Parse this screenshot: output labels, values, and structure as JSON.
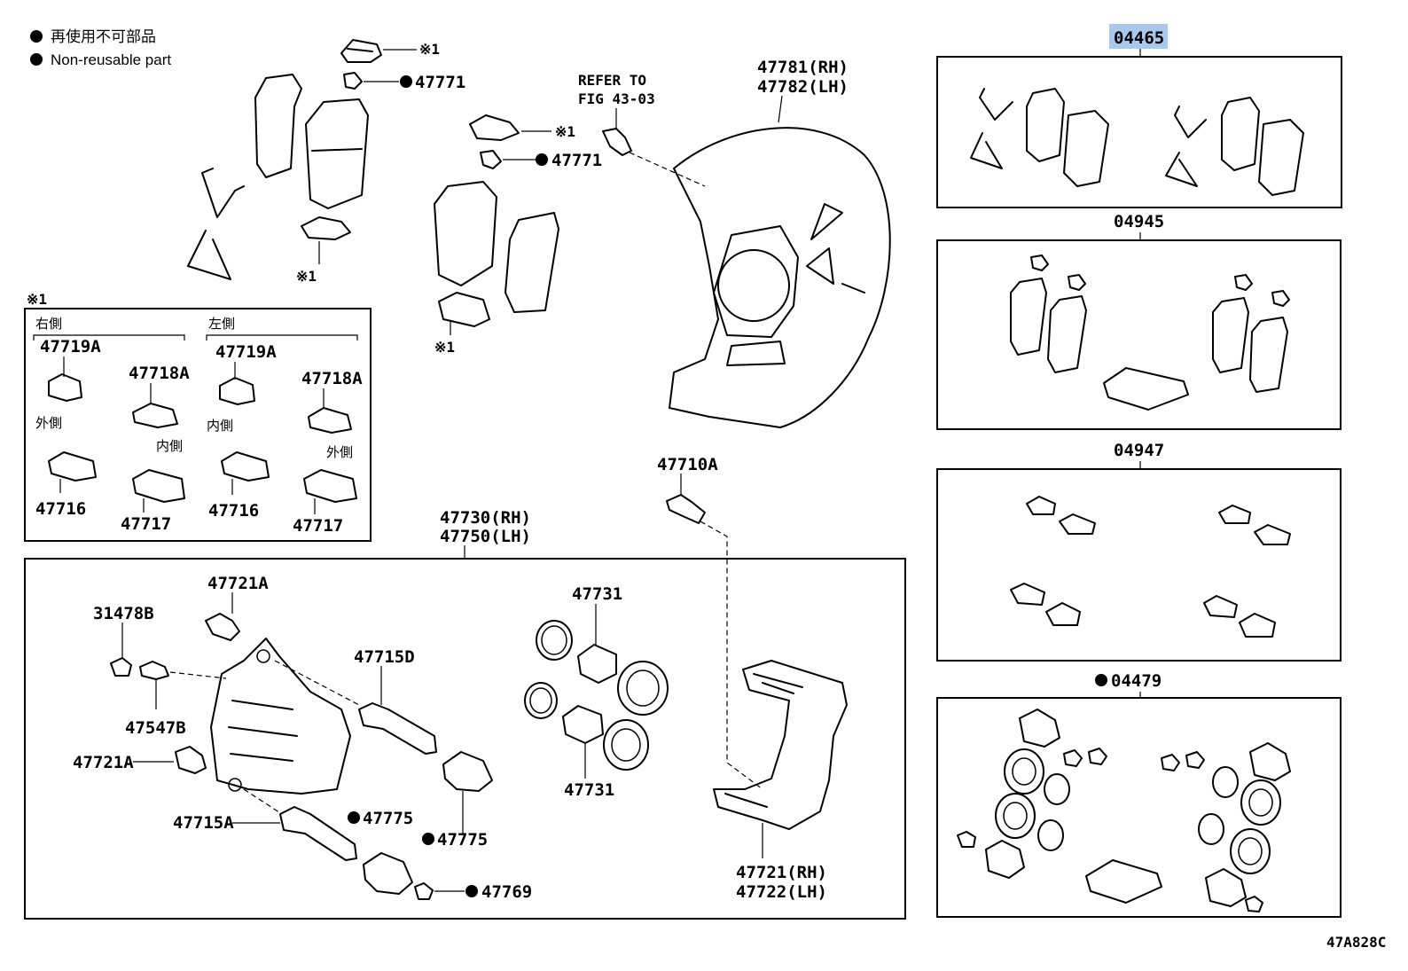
{
  "legend": {
    "non_reusable_jp": "再使用不可部品",
    "non_reusable_en": "Non-reusable part"
  },
  "note_symbol": "※1",
  "labels": {
    "p47771_a": "47771",
    "p47771_b": "47771",
    "refer_line1": "REFER TO",
    "refer_line2": "FIG 43-03",
    "p47781": "47781(RH)",
    "p47782": "47782(LH)",
    "p47710A": "47710A",
    "p47730": "47730(RH)",
    "p47750": "47750(LH)",
    "p47721A_top": "47721A",
    "p31478B": "31478B",
    "p47547B": "47547B",
    "p47721A_left": "47721A",
    "p47715A": "47715A",
    "p47715D": "47715D",
    "p47775_a": "47775",
    "p47775_b": "47775",
    "p47769": "47769",
    "p47731_top": "47731",
    "p47731_bottom": "47731",
    "p47721": "47721(RH)",
    "p47722": "47722(LH)"
  },
  "shim_box": {
    "right_side": "右側",
    "left_side": "左側",
    "r_47719A": "47719A",
    "r_47718A": "47718A",
    "r_outer": "外側",
    "r_inner": "内側",
    "r_47716": "47716",
    "r_47717": "47717",
    "l_47719A": "47719A",
    "l_47718A": "47718A",
    "l_inner": "内側",
    "l_outer": "外側",
    "l_47716": "47716",
    "l_47717": "47717"
  },
  "kits": {
    "k04465": "04465",
    "k04945": "04945",
    "k04947": "04947",
    "k04479": "04479"
  },
  "figure_code": "47A828C",
  "colors": {
    "highlight": "#a9c8ee",
    "ink": "#000000"
  }
}
